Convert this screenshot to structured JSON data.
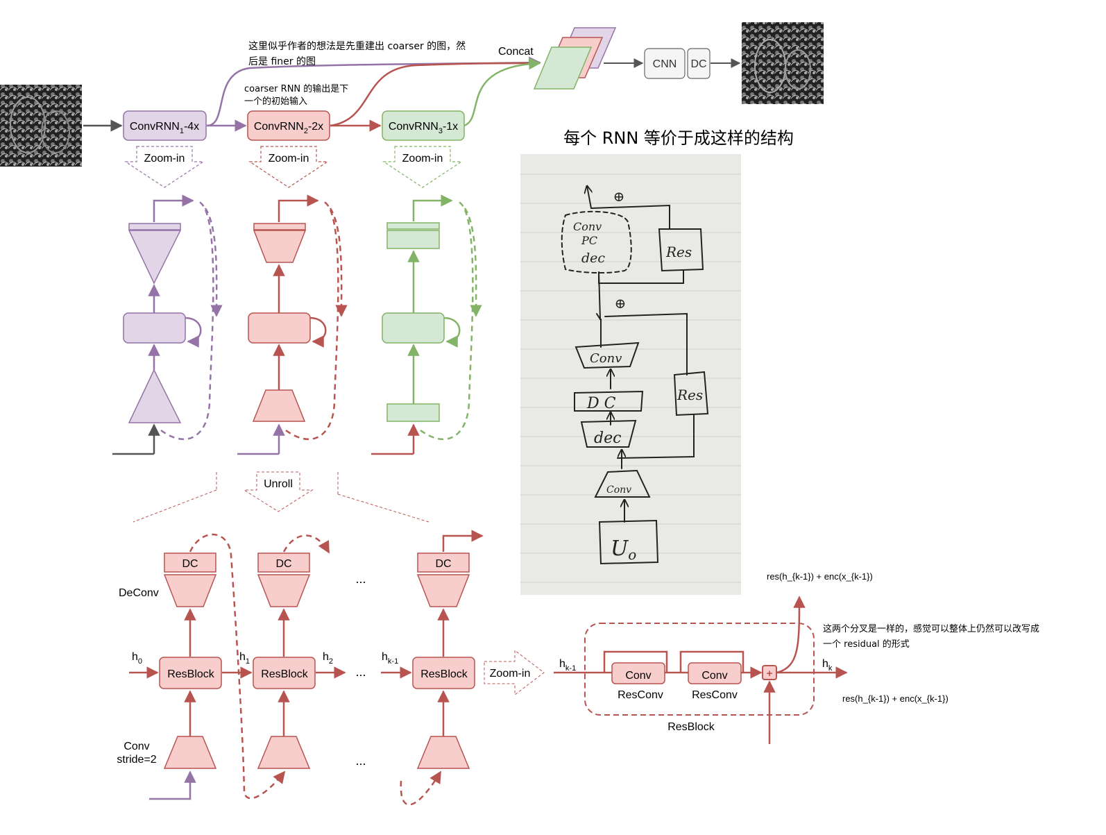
{
  "top": {
    "note1_line1": "这里似乎作者的想法是先重建出 coarser 的图，然",
    "note1_line2": "后是 finer 的图",
    "note2_line1": "coarser RNN 的输出是下",
    "note2_line2": "一个的初始输入",
    "concat_label": "Concat",
    "cnn_label": "CNN",
    "dc_label": "DC",
    "rnn1": {
      "base": "ConvRNN",
      "sub": "1",
      "suffix": "-4x"
    },
    "rnn2": {
      "base": "ConvRNN",
      "sub": "2",
      "suffix": "-2x"
    },
    "rnn3": {
      "base": "ConvRNN",
      "sub": "3",
      "suffix": "-1x"
    },
    "zoom_label": "Zoom-in",
    "rnn_equivalence_title": "每个 RNN 等价于成这样的结构"
  },
  "sketch": {
    "conv_top": "Conv",
    "pc": "PC",
    "dec_top": "dec",
    "res_top": "Res",
    "plus": "⊕",
    "conv_mid": "Conv",
    "dc": "D C",
    "dec": "dec",
    "res_bottom": "Res",
    "conv_bottom": "Conv",
    "u0_base": "U",
    "u0_sub": "o"
  },
  "unrolled": {
    "unroll_label": "Unroll",
    "dc_label": "DC",
    "deconv_label": "DeConv",
    "resblock_label": "ResBlock",
    "conv_label_line1": "Conv",
    "conv_label_line2": "stride=2",
    "ellipsis": "...",
    "h0": {
      "base": "h",
      "sub": "0"
    },
    "h1": {
      "base": "h",
      "sub": "1"
    },
    "h2": {
      "base": "h",
      "sub": "2"
    },
    "hk1": {
      "base": "h",
      "sub": "k-1"
    },
    "zoom_label": "Zoom-in"
  },
  "resblock_detail": {
    "input": {
      "base": "h",
      "sub": "k-1"
    },
    "output": {
      "base": "h",
      "sub": "k"
    },
    "conv_label": "Conv",
    "resconv_label": "ResConv",
    "title": "ResBlock",
    "upper_formula": "res(h_{k-1}) + enc(x_{k-1})",
    "lower_formula": "res(h_{k-1}) + enc(x_{k-1})",
    "note_line1": "这两个分叉是一样的，感觉可以整体上仍然可以改写成",
    "note_line2": "一个 residual 的形式",
    "plus": "+"
  },
  "colors": {
    "purple": "#9673a6",
    "purple_fill": "#e1d5e7",
    "red": "#b85450",
    "red_fill": "#f8cecc",
    "green": "#82b366",
    "green_fill": "#d5e8d4",
    "gray": "#555555",
    "gray_fill": "#f5f5f5"
  }
}
